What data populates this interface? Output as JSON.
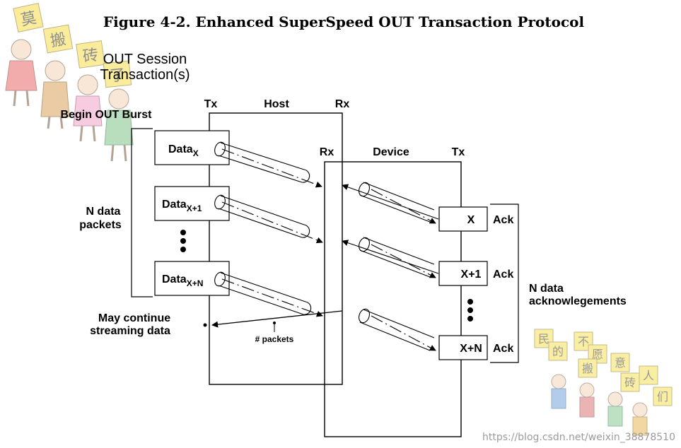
{
  "figure": {
    "title": "Figure 4-2.  Enhanced SuperSpeed OUT Transaction Protocol"
  },
  "labels": {
    "out_session_line1": "OUT Session",
    "out_session_line2": "Transaction(s)",
    "begin_out_burst": "Begin OUT Burst",
    "host": "Host",
    "host_tx": "Tx",
    "host_rx": "Rx",
    "device": "Device",
    "device_rx": "Rx",
    "device_tx": "Tx",
    "n_data_packets_line1": "N data",
    "n_data_packets_line2": "packets",
    "may_continue_line1": "May continue",
    "may_continue_line2": "streaming data",
    "packets_count": "# packets",
    "n_ack_line1": "N data",
    "n_ack_line2": "acknowlegements"
  },
  "data_packets": [
    {
      "base": "Data",
      "sub": "X"
    },
    {
      "base": "Data",
      "sub": "X+1"
    },
    {
      "base": "Data",
      "sub": "X+N"
    }
  ],
  "ack_packets": [
    {
      "id": "X",
      "label": "Ack"
    },
    {
      "id": "X+1",
      "label": "Ack"
    },
    {
      "id": "X+N",
      "label": "Ack"
    }
  ],
  "watermark": {
    "url": "https://blog.csdn.net/weixin_38878510",
    "sign_chars_left": [
      "莫",
      "搬",
      "砖",
      "了"
    ],
    "sign_chars_right": [
      "民",
      "的",
      "不",
      "愿",
      "意",
      "搬",
      "砖",
      "人",
      "们"
    ]
  },
  "colors": {
    "line": "#000000",
    "sign_fill": "#f6de4a",
    "watermark_text": "#9a9a9a"
  }
}
